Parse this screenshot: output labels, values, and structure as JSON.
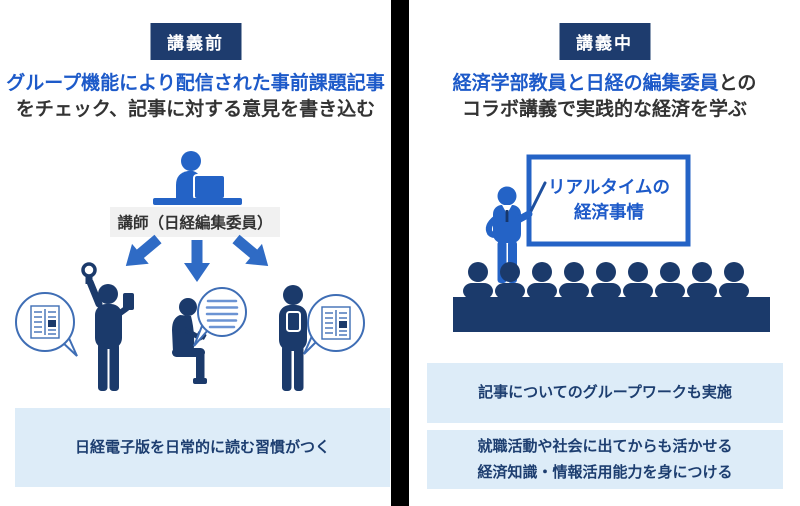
{
  "left_panel": {
    "badge": "講義前",
    "headline": {
      "line1_blue": "グループ機能により配信された事前課題記事",
      "line2_dark": "をチェック、記事に対する意見を書き込む"
    },
    "instructor_label": "講師（日経編集委員）",
    "note": "日経電子版を日常的に読む習慣がつく"
  },
  "right_panel": {
    "badge": "講義中",
    "headline": {
      "line1_blue": "経済学部教員と日経の編集委員",
      "line1_dark": "との",
      "line2_dark": "コラボ講義で実践的な経済を学ぶ"
    },
    "whiteboard": {
      "line1": "リアルタイムの",
      "line2": "経済事情"
    },
    "note1": "記事についてのグループワークも実施",
    "note2": {
      "line1": "就職活動や社会に出てからも活かせる",
      "line2": "経済知識・情報活用能力を身につける"
    }
  },
  "icons": {
    "instructor": "instructor-at-laptop-icon",
    "arrows": "distribution-arrows-icon",
    "student_strap": "student-with-phone-strap-icon",
    "student_seated": "student-seated-phone-icon",
    "student_standing": "student-holding-phone-icon",
    "bubble_article": "speech-bubble-article-icon",
    "bubble_text": "speech-bubble-text-icon",
    "presenter": "presenter-with-pointer-icon",
    "whiteboard": "whiteboard-icon",
    "audience": "audience-row-icon"
  },
  "colors": {
    "badge_navy": "#1e3c6e",
    "figure_blue": "#2463c6",
    "accent_blue_text": "#1d5ac9",
    "dark_text": "#333333",
    "silhouette_navy": "#1b3a6b",
    "note_box_bg": "#ddecf8",
    "note_text_navy": "#1d3e70",
    "label_bar_gray": "#f1f1f1",
    "bubble_outline_blue": "#3f6eb5",
    "divider_black": "#000000"
  }
}
